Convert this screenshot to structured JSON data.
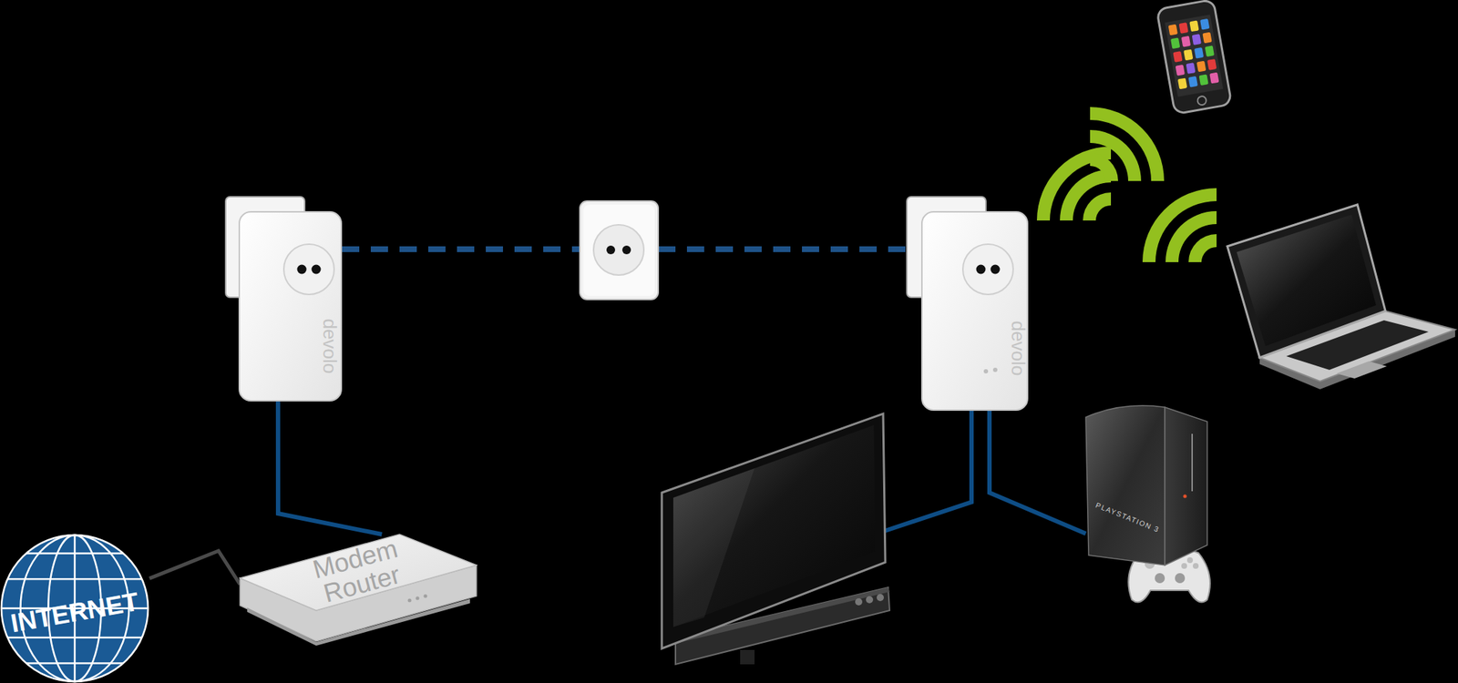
{
  "diagram": {
    "nodes": [
      {
        "text": [
          "INTERNET"
        ]
      },
      {
        "text": [
          "Modem Router"
        ]
      },
      {
        "text": [
          "devolo"
        ]
      },
      {
        "text": [
          "devolo"
        ]
      },
      {
        "text": [
          "PLAYSTATION 3"
        ]
      }
    ],
    "edges": [
      {
        "from": 0,
        "to": 1,
        "arrow": "none"
      },
      {
        "from": 1,
        "to": 2,
        "arrow": "none"
      },
      {
        "from": 2,
        "to": 3,
        "arrow": "none"
      },
      {
        "from": 3,
        "to": 4,
        "arrow": "none"
      }
    ]
  }
}
